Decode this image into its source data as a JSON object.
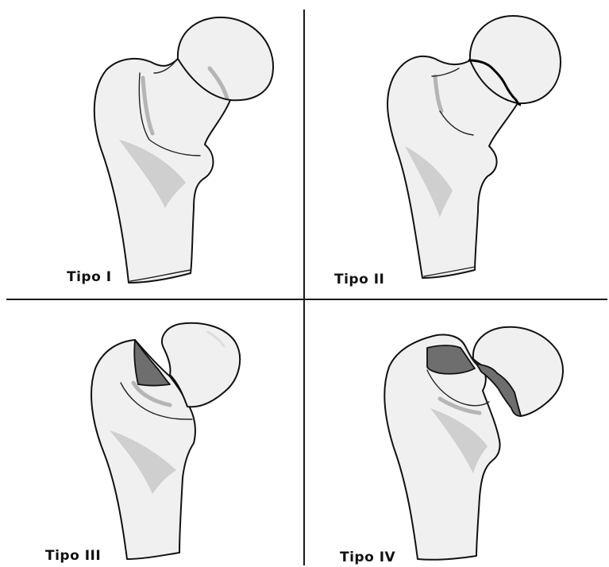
{
  "panels": [
    {
      "label": "Tipo I"
    },
    {
      "label": "Tipo II"
    },
    {
      "label": "Tipo III"
    },
    {
      "label": "Tipo IV"
    }
  ],
  "colors": {
    "bone_fill": "#f0f0f0",
    "shading": "#cfcfcf",
    "fracture_surface": "#6e6e6e",
    "outline": "#111111"
  }
}
